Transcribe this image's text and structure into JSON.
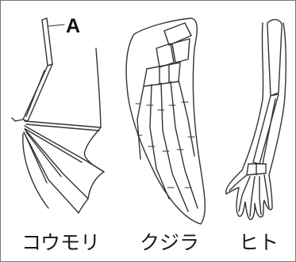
{
  "figure": {
    "marker": "A",
    "labels": {
      "bat": "コウモリ",
      "whale": "クジラ",
      "human": "ヒト"
    },
    "colors": {
      "line": "#333333",
      "background": "#ffffff",
      "border": "#777777"
    }
  }
}
